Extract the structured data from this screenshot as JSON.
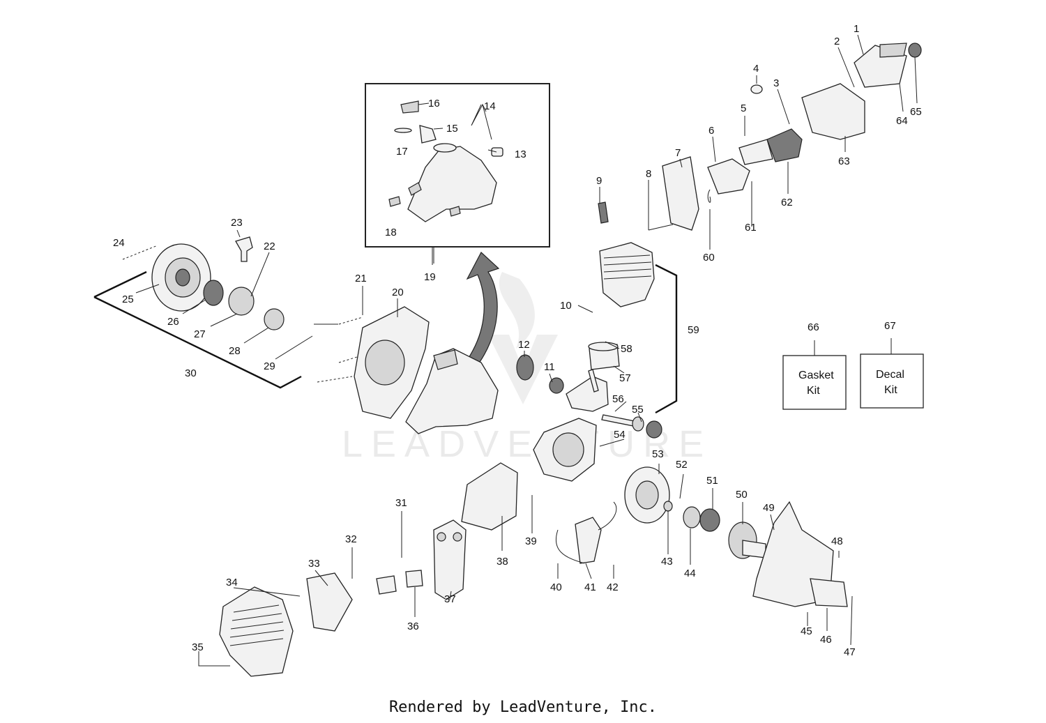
{
  "watermark": "LEADVENTURE",
  "footer": "Rendered by LeadVenture, Inc.",
  "callouts": [
    "1",
    "2",
    "3",
    "4",
    "5",
    "6",
    "7",
    "8",
    "9",
    "10",
    "11",
    "12",
    "13",
    "14",
    "15",
    "16",
    "17",
    "18",
    "19",
    "20",
    "21",
    "22",
    "23",
    "24",
    "25",
    "26",
    "27",
    "28",
    "29",
    "30",
    "31",
    "32",
    "33",
    "34",
    "35",
    "36",
    "37",
    "38",
    "39",
    "40",
    "41",
    "42",
    "43",
    "44",
    "45",
    "46",
    "47",
    "48",
    "49",
    "50",
    "51",
    "52",
    "53",
    "54",
    "55",
    "56",
    "57",
    "58",
    "59",
    "60",
    "61",
    "62",
    "63",
    "64",
    "65",
    "66",
    "67"
  ],
  "kits": {
    "gasket": {
      "number": "66",
      "line1": "Gasket",
      "line2": "Kit"
    },
    "decal": {
      "number": "67",
      "line1": "Decal",
      "line2": "Kit"
    }
  }
}
